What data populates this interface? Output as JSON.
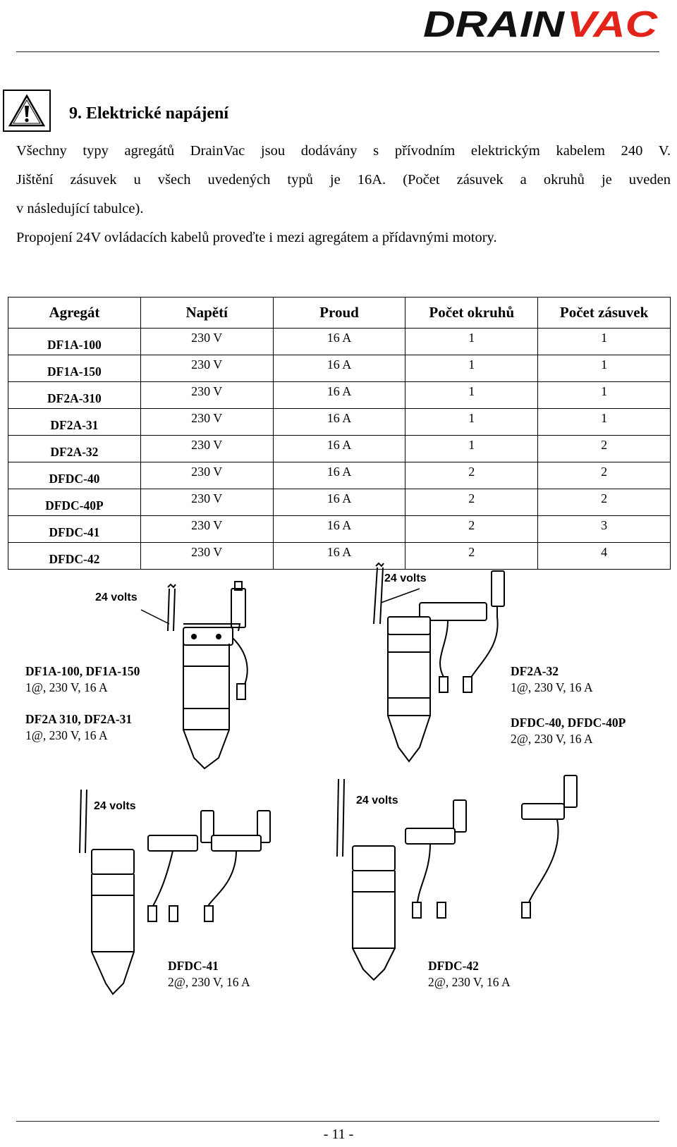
{
  "header": {
    "logo_text": "DRAINVAC"
  },
  "section": {
    "heading": "9.  Elektrické napájení",
    "paragraph1_line1": "Všechny typy agregátů DrainVac jsou dodávány s přívodním elektrickým kabelem 240 V.",
    "paragraph1_line2": "Jištění zásuvek u všech uvedených typů je 16A. (Počet zásuvek a okruhů je uveden",
    "paragraph1_line3": "v následující tabulce).",
    "paragraph2": "Propojení 24V ovládacích kabelů proveďte i mezi agregátem a přídavnými motory."
  },
  "table": {
    "headers": [
      "Agregát",
      "Napětí",
      "Proud",
      "Počet okruhů",
      "Počet zásuvek"
    ],
    "rows": [
      [
        "DF1A-100",
        "230 V",
        "16 A",
        "1",
        "1"
      ],
      [
        "DF1A-150",
        "230 V",
        "16 A",
        "1",
        "1"
      ],
      [
        "DF2A-310",
        "230 V",
        "16 A",
        "1",
        "1"
      ],
      [
        "DF2A-31",
        "230 V",
        "16 A",
        "1",
        "1"
      ],
      [
        "DF2A-32",
        "230 V",
        "16 A",
        "1",
        "2"
      ],
      [
        "DFDC-40",
        "230 V",
        "16 A",
        "2",
        "2"
      ],
      [
        "DFDC-40P",
        "230 V",
        "16 A",
        "2",
        "2"
      ],
      [
        "DFDC-41",
        "230 V",
        "16 A",
        "2",
        "3"
      ],
      [
        "DFDC-42",
        "230 V",
        "16 A",
        "2",
        "4"
      ]
    ]
  },
  "diagrams": {
    "label": "24 volts",
    "captions": {
      "c1_title": "DF1A-100, DF1A-150",
      "c1_spec": "1@, 230 V, 16 A",
      "c2_title": "DF2A 310, DF2A-31",
      "c2_spec": "1@, 230 V, 16 A",
      "c3_title": "DF2A-32",
      "c3_spec": "1@, 230 V, 16 A",
      "c4_title": "DFDC-40, DFDC-40P",
      "c4_spec": "2@, 230 V, 16 A",
      "c5_title": "DFDC-41",
      "c5_spec": "2@, 230 V, 16 A",
      "c6_title": "DFDC-42",
      "c6_spec": "2@, 230 V, 16 A"
    }
  },
  "footer": {
    "page_number": "- 11 -"
  }
}
